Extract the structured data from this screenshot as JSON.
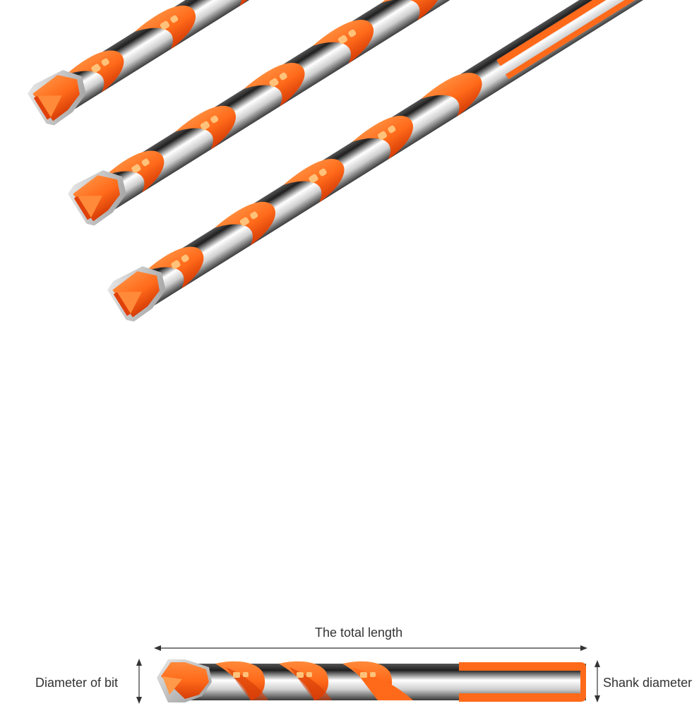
{
  "labels": {
    "total_length": "The total length",
    "diameter_of_bit": "Diameter of bit",
    "shank_diameter": "Shank diameter"
  },
  "colors": {
    "orange": "#ff6a1a",
    "orange_dark": "#e0400a",
    "orange_light": "#ffb066",
    "steel_dark": "#2f2f2f",
    "steel_light": "#f2f2f2",
    "tip_steel": "#c8c8c8",
    "dimension_line": "#333333"
  }
}
